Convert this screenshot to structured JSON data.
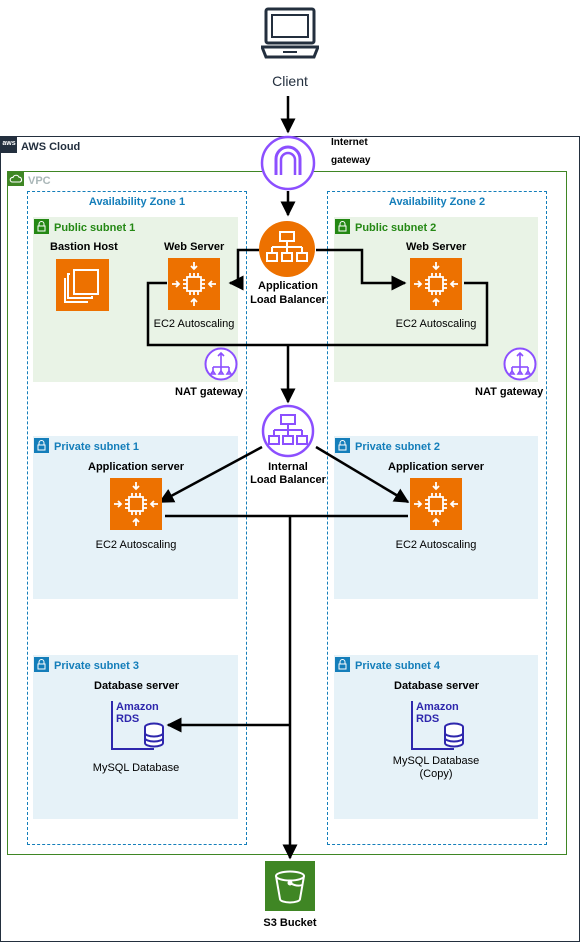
{
  "client": {
    "label": "Client"
  },
  "cloud": {
    "label": "AWS Cloud",
    "logo_text": "aws"
  },
  "internet_gateway": {
    "label_line1": "Internet",
    "label_line2": "gateway"
  },
  "vpc": {
    "label": "VPC"
  },
  "az1": {
    "label": "Availability Zone 1"
  },
  "az2": {
    "label": "Availability Zone 2"
  },
  "public_subnet_1": {
    "label": "Public subnet 1",
    "bastion_label": "Bastion Host",
    "web_label": "Web Server",
    "ec2_label": "EC2 Autoscaling",
    "nat_label": "NAT gateway"
  },
  "public_subnet_2": {
    "label": "Public subnet 2",
    "web_label": "Web Server",
    "ec2_label": "EC2 Autoscaling",
    "nat_label": "NAT gateway"
  },
  "alb": {
    "label_line1": "Application",
    "label_line2": "Load Balancer"
  },
  "ilb": {
    "label_line1": "Internal",
    "label_line2": "Load Balancer"
  },
  "private_subnet_1": {
    "label": "Private subnet 1",
    "server_label": "Application server",
    "ec2_label": "EC2 Autoscaling"
  },
  "private_subnet_2": {
    "label": "Private subnet 2",
    "server_label": "Application server",
    "ec2_label": "EC2 Autoscaling"
  },
  "private_subnet_3": {
    "label": "Private subnet 3",
    "db_label": "Database server",
    "rds_line1": "Amazon",
    "rds_line2": "RDS",
    "db_name": "MySQL Database"
  },
  "private_subnet_4": {
    "label": "Private subnet 4",
    "db_label": "Database server",
    "rds_line1": "Amazon",
    "rds_line2": "RDS",
    "db_name_line1": "MySQL Database",
    "db_name_line2": "(Copy)"
  },
  "s3": {
    "label": "S3 Bucket"
  },
  "colors": {
    "ec2": "#ed7100",
    "alb": "#ed7100",
    "network": "#8c4fff",
    "rds": "#2e27ad",
    "s3": "#3f8624",
    "public_bg": "#e9f3e6",
    "private_bg": "#e6f2f8",
    "az_border": "#147eba"
  }
}
